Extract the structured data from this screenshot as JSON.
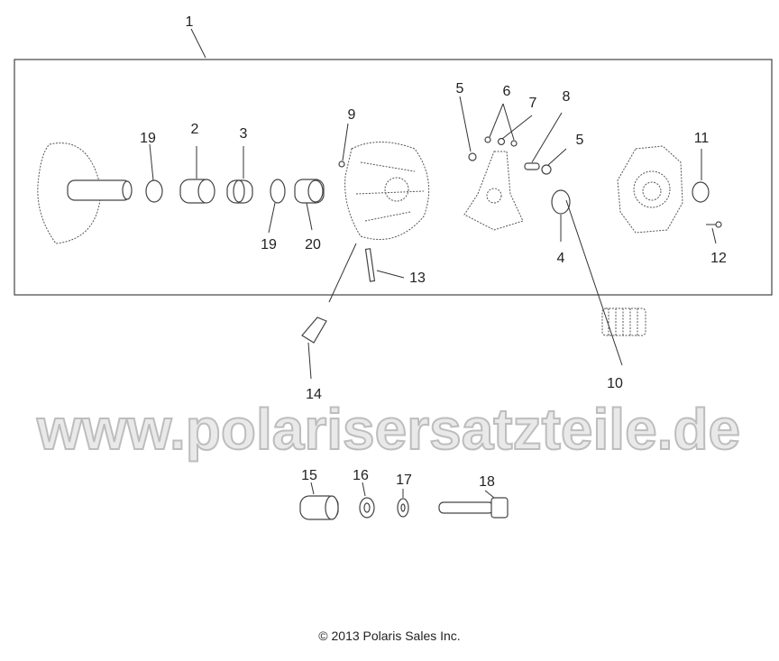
{
  "diagram": {
    "callouts": [
      "1",
      "2",
      "3",
      "4",
      "5",
      "5",
      "6",
      "7",
      "8",
      "9",
      "10",
      "11",
      "12",
      "13",
      "14",
      "15",
      "16",
      "17",
      "18",
      "19",
      "19",
      "20"
    ],
    "watermark": "www.polarisersatzteile.de",
    "copyright": "© 2013 Polaris Sales Inc.",
    "colors": {
      "line": "#444444",
      "watermark_fill": "#e9e9e9",
      "watermark_stroke": "#bdbdbd"
    }
  }
}
